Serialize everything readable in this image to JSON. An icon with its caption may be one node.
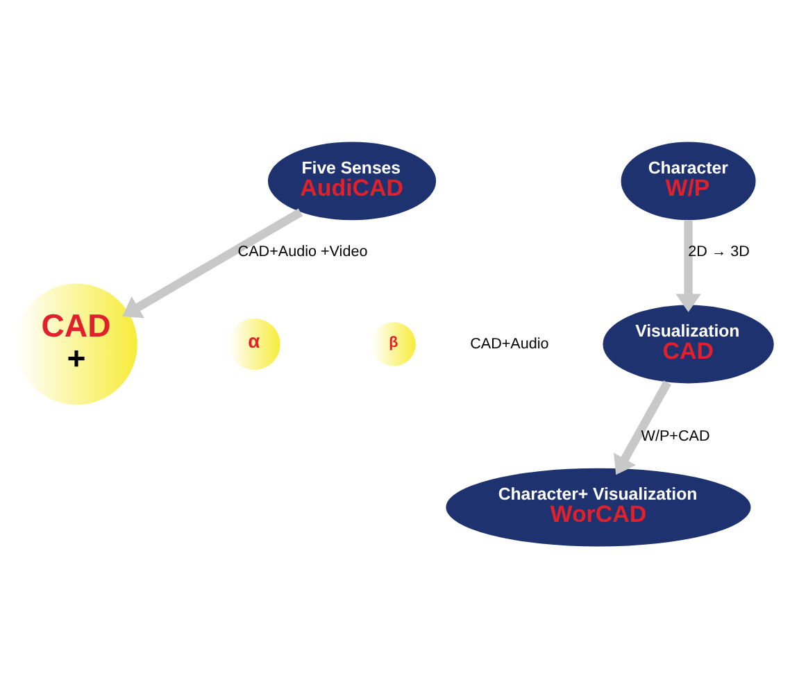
{
  "diagram": {
    "nodes": [
      {
        "text": [
          "CAD",
          "+"
        ]
      },
      {
        "text": [
          "α"
        ]
      },
      {
        "text": [
          "β"
        ]
      },
      {
        "text": [
          "Character",
          "W/P"
        ]
      },
      {
        "text": [
          "Visualization",
          "CAD"
        ]
      },
      {
        "text": [
          "Character+ Visualization",
          "WorCAD"
        ]
      },
      {
        "text": [
          "Five Senses",
          "AudiCAD"
        ]
      }
    ],
    "edges": [
      {
        "from": 3,
        "to": 4,
        "arrow": "to",
        "label": "2D → 3D"
      },
      {
        "from": 4,
        "to": 5,
        "arrow": "to",
        "label": "W/P+CAD"
      },
      {
        "from": 6,
        "to": 0,
        "arrow": "to",
        "label": "CAD+Audio +Video"
      }
    ],
    "labels": [
      "CAD+Audio"
    ]
  }
}
